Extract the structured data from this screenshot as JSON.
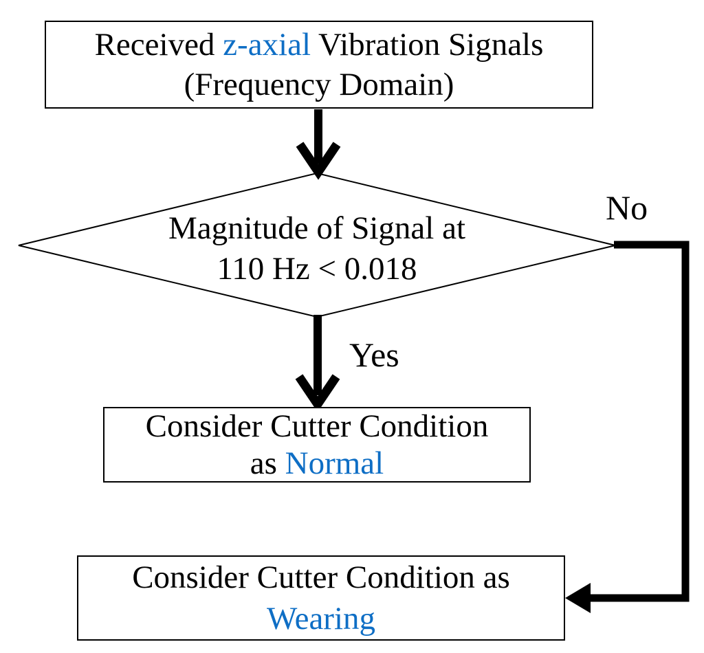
{
  "colors": {
    "accent_blue": "#0e6ec5",
    "ink": "#000000",
    "background": "#ffffff"
  },
  "flowchart": {
    "start": {
      "line1_prefix": "Received ",
      "line1_accent": "z-axial",
      "line1_suffix": " Vibration Signals",
      "line2": "(Frequency Domain)"
    },
    "decision": {
      "line1": "Magnitude of Signal at",
      "line2": "110 Hz < 0.018"
    },
    "edges": {
      "yes_label": "Yes",
      "no_label": "No"
    },
    "normal": {
      "line1": "Consider Cutter Condition",
      "line2_prefix": "as ",
      "line2_accent": "Normal"
    },
    "wearing": {
      "line1": "Consider Cutter Condition as",
      "line2_accent": "Wearing"
    }
  }
}
